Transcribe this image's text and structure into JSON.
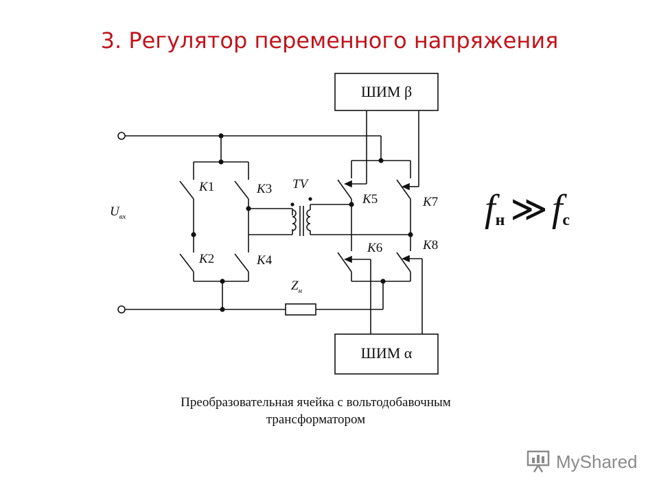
{
  "title": "3. Регулятор переменного напряжения",
  "diagram": {
    "input_label_main": "U",
    "input_label_sub": "вх",
    "pwm_top_label": "ШИМ β",
    "pwm_bottom_label": "ШИМ α",
    "transformer_label": "TV",
    "load_label_main": "Z",
    "load_label_sub": "н",
    "switches": [
      {
        "letter": "K",
        "num": "1"
      },
      {
        "letter": "K",
        "num": "2"
      },
      {
        "letter": "K",
        "num": "3"
      },
      {
        "letter": "K",
        "num": "4"
      },
      {
        "letter": "K",
        "num": "5"
      },
      {
        "letter": "K",
        "num": "6"
      },
      {
        "letter": "K",
        "num": "7"
      },
      {
        "letter": "K",
        "num": "8"
      }
    ]
  },
  "formula": {
    "left": "f",
    "left_sub": "н",
    "relation": "≫",
    "right": "f",
    "right_sub": "c"
  },
  "caption": [
    "Преобразовательная ячейка с вольтодобавочным",
    "трансформатором"
  ],
  "watermark": "MyShared"
}
